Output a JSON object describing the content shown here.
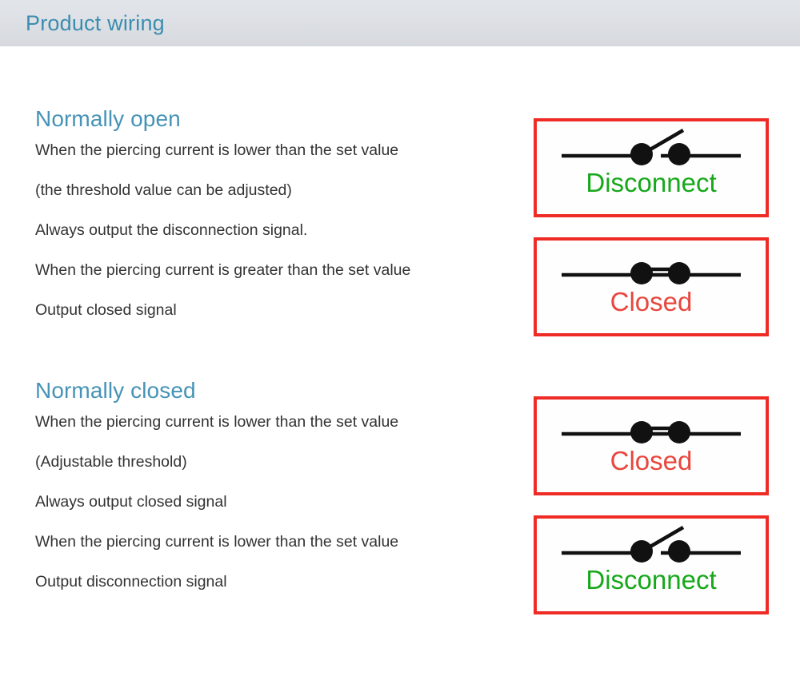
{
  "header": {
    "title": "Product wiring",
    "background_color": "#dcdfe4",
    "title_color": "#3b8cae"
  },
  "colors": {
    "heading_blue": "#4693b6",
    "body_text": "#333333",
    "box_border_red": "#ee2b25",
    "status_green": "#16a81a",
    "status_red": "#e8463e",
    "switch_black": "#111111"
  },
  "sections": [
    {
      "heading": "Normally open",
      "lines": [
        "When the piercing current is lower than the set value",
        "(the threshold value can be adjusted)",
        "Always output the disconnection signal.",
        "When the piercing current is greater than the set value",
        "Output closed signal"
      ]
    },
    {
      "heading": "Normally closed",
      "lines": [
        "When the piercing current is lower than the set value",
        "(Adjustable threshold)",
        "Always output closed signal",
        "When the piercing current is lower than the set value",
        "Output disconnection signal"
      ]
    }
  ],
  "diagrams": [
    {
      "switch_state": "open",
      "switch_icon": "open-switch-icon",
      "label": "Disconnect",
      "label_color": "#16a81a"
    },
    {
      "switch_state": "closed",
      "switch_icon": "closed-switch-icon",
      "label": "Closed",
      "label_color": "#e8463e"
    },
    {
      "switch_state": "closed",
      "switch_icon": "closed-switch-icon",
      "label": "Closed",
      "label_color": "#e8463e"
    },
    {
      "switch_state": "open",
      "switch_icon": "open-switch-icon",
      "label": "Disconnect",
      "label_color": "#16a81a"
    }
  ]
}
